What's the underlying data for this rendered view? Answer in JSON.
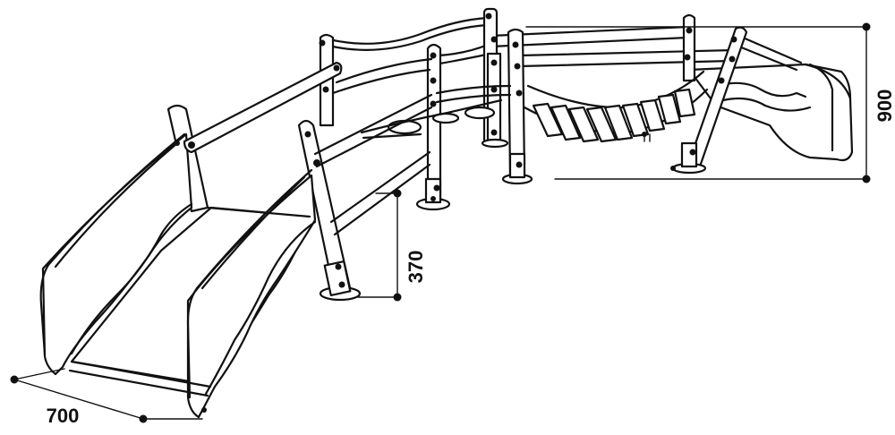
{
  "dimensions": {
    "height_total": "900",
    "platform_height": "370",
    "width": "700"
  }
}
